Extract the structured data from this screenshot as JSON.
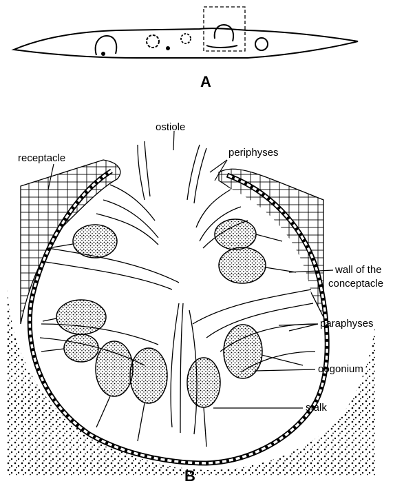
{
  "figure": {
    "panel_a_label": "A",
    "panel_b_label": "B",
    "labels": {
      "ostiole": "ostiole",
      "receptacle": "receptacle",
      "periphyses": "periphyses",
      "wall_line1": "wall of the",
      "wall_line2": "conceptacle",
      "paraphyses": "paraphyses",
      "oogonium": "oogonium",
      "stalk": "stalk"
    }
  },
  "colors": {
    "ink": "#000000",
    "paper": "#ffffff"
  }
}
